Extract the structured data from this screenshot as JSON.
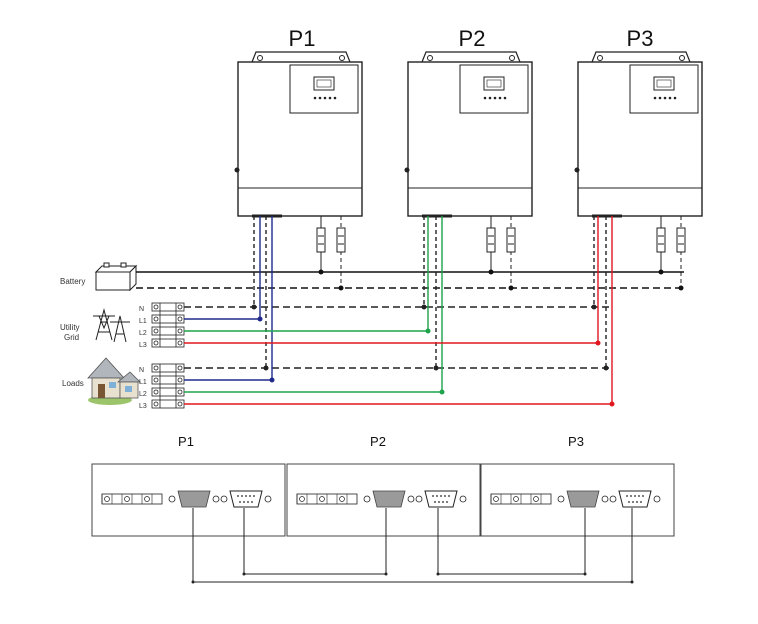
{
  "inverters": [
    {
      "label": "P1"
    },
    {
      "label": "P2"
    },
    {
      "label": "P3"
    }
  ],
  "left_labels": {
    "battery": "Battery",
    "utility_line1": "Utility",
    "utility_line2": "Grid",
    "loads": "Loads"
  },
  "terminals": {
    "grid": [
      "N",
      "L1",
      "L2",
      "L3"
    ],
    "loads": [
      "N",
      "L1",
      "L2",
      "L3"
    ]
  },
  "comm_panels": [
    {
      "label": "P1"
    },
    {
      "label": "P2"
    },
    {
      "label": "P3"
    }
  ],
  "colors": {
    "L1": "#1f2a8c",
    "L2": "#1fa34a",
    "L3": "#e0181e",
    "neutral": "#222222",
    "battery": "#111111"
  }
}
